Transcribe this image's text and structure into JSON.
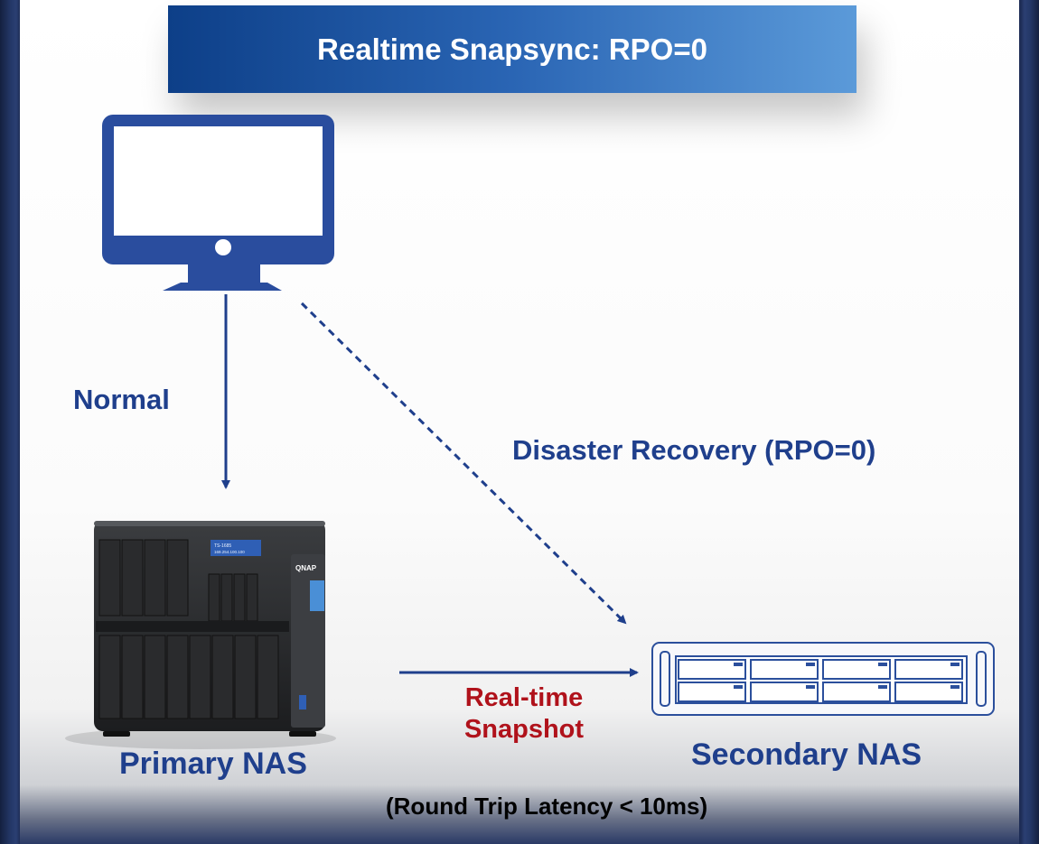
{
  "title": "Realtime Snapsync: RPO=0",
  "labels": {
    "normal": "Normal",
    "disaster_recovery": "Disaster Recovery (RPO=0)",
    "realtime_line1": "Real-time",
    "realtime_line2": "Snapshot",
    "primary_nas": "Primary NAS",
    "secondary_nas": "Secondary NAS",
    "latency": "(Round Trip Latency < 10ms)"
  },
  "device": {
    "brand": "QNAP",
    "model": "TS-1685",
    "lcd_line2": "169.254.100.100"
  },
  "colors": {
    "accent_blue": "#1f3f8c",
    "monitor_blue": "#2a4d9e",
    "red_text": "#b0121b",
    "title_gradient_start": "#0d3f88",
    "title_gradient_end": "#5b9ad9"
  },
  "icons": {
    "client": "computer-monitor-icon",
    "primary": "desktop-nas-icon",
    "secondary": "rackmount-nas-icon"
  }
}
